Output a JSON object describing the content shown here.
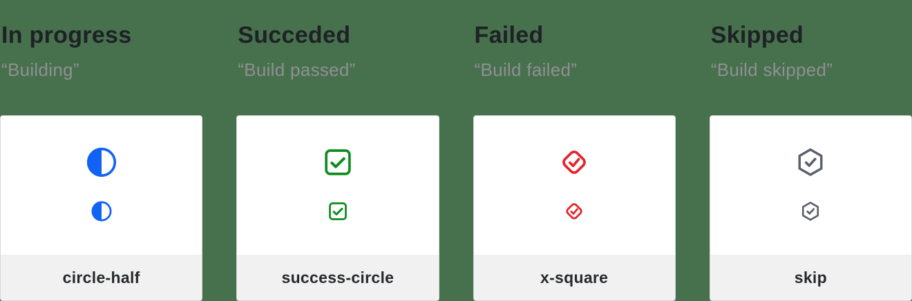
{
  "page": {
    "background_color": "#47704d",
    "card_background": "#ffffff",
    "card_border_color": "#d8d8d8",
    "footer_background": "#f1f1f2",
    "title_color": "#1e2126",
    "subtitle_color": "#8f9093",
    "label_color": "#27292d"
  },
  "columns": [
    {
      "title": "In progress",
      "subtitle": "“Building”",
      "label": "circle-half",
      "icon": "circle-half-icon",
      "icon_color": "#1163f5"
    },
    {
      "title": "Succeded",
      "subtitle": "“Build passed”",
      "label": "success-circle",
      "icon": "check-square-icon",
      "icon_color": "#0e8c1f"
    },
    {
      "title": "Failed",
      "subtitle": "“Build failed”",
      "label": "x-square",
      "icon": "check-diamond-icon",
      "icon_color": "#e5232b"
    },
    {
      "title": "Skipped",
      "subtitle": "“Build skipped”",
      "label": "skip",
      "icon": "check-hexagon-icon",
      "icon_color": "#5a606c"
    }
  ]
}
